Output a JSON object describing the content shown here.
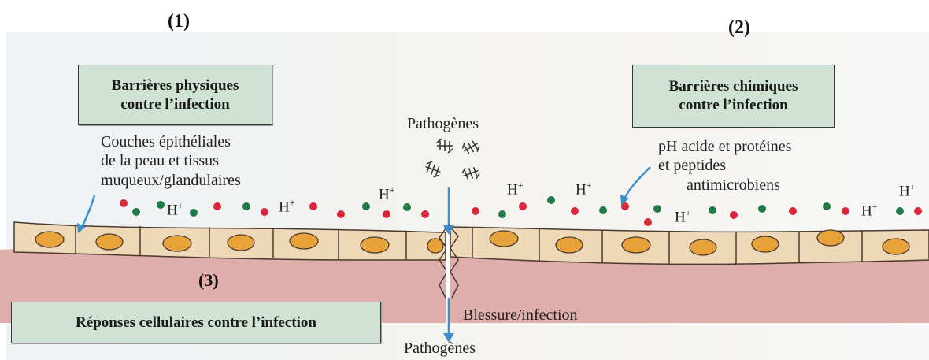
{
  "labels": {
    "num1": "(1)",
    "num2": "(2)",
    "num3": "(3)"
  },
  "boxes": {
    "physical_line1": "Barrières physiques",
    "physical_line2": "contre l’infection",
    "chemical_line1": "Barrières chimiques",
    "chemical_line2": "contre l’infection",
    "cellular": "Réponses cellulaires contre l’infection"
  },
  "text": {
    "epithelial_line1": "Couches épithéliales",
    "epithelial_line2": "de la peau et tissus",
    "epithelial_line3": "muqueux/glandulaires",
    "pathogens_top": "Pathogènes",
    "acid_line1": "pH acide et protéines",
    "acid_line2": "et peptides",
    "acid_line3": "antimicrobiens",
    "wound": "Blessure/infection",
    "pathogens_bottom": "Pathogènes",
    "proton_base": "H",
    "proton_charge": "+"
  },
  "colors": {
    "box_fill": "#cfe2d4",
    "epithelium": "#efd8b8",
    "nucleus": "#e8a23a",
    "tissue": "#e0aeaa",
    "arrow": "#3d8fcc",
    "red_dot": "#d9263a",
    "green_dot": "#1f7a45"
  }
}
